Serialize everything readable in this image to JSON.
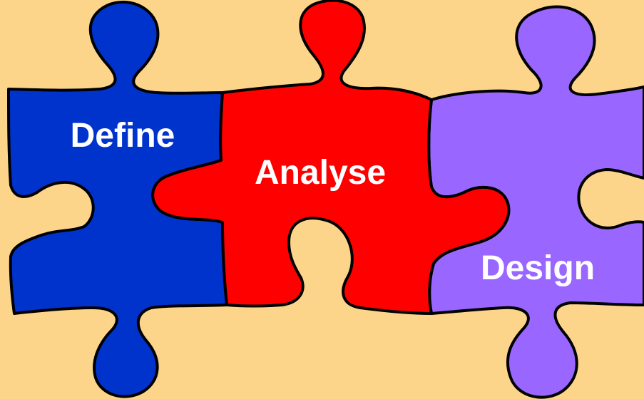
{
  "colors": {
    "background": "#FDD58A",
    "define": "#0033CC",
    "analyse": "#FF0000",
    "design": "#9966FF",
    "outline": "#000000",
    "label_text": "#FFFFFF"
  },
  "pieces": [
    {
      "id": "define",
      "label": "Define"
    },
    {
      "id": "analyse",
      "label": "Analyse"
    },
    {
      "id": "design",
      "label": "Design"
    }
  ]
}
